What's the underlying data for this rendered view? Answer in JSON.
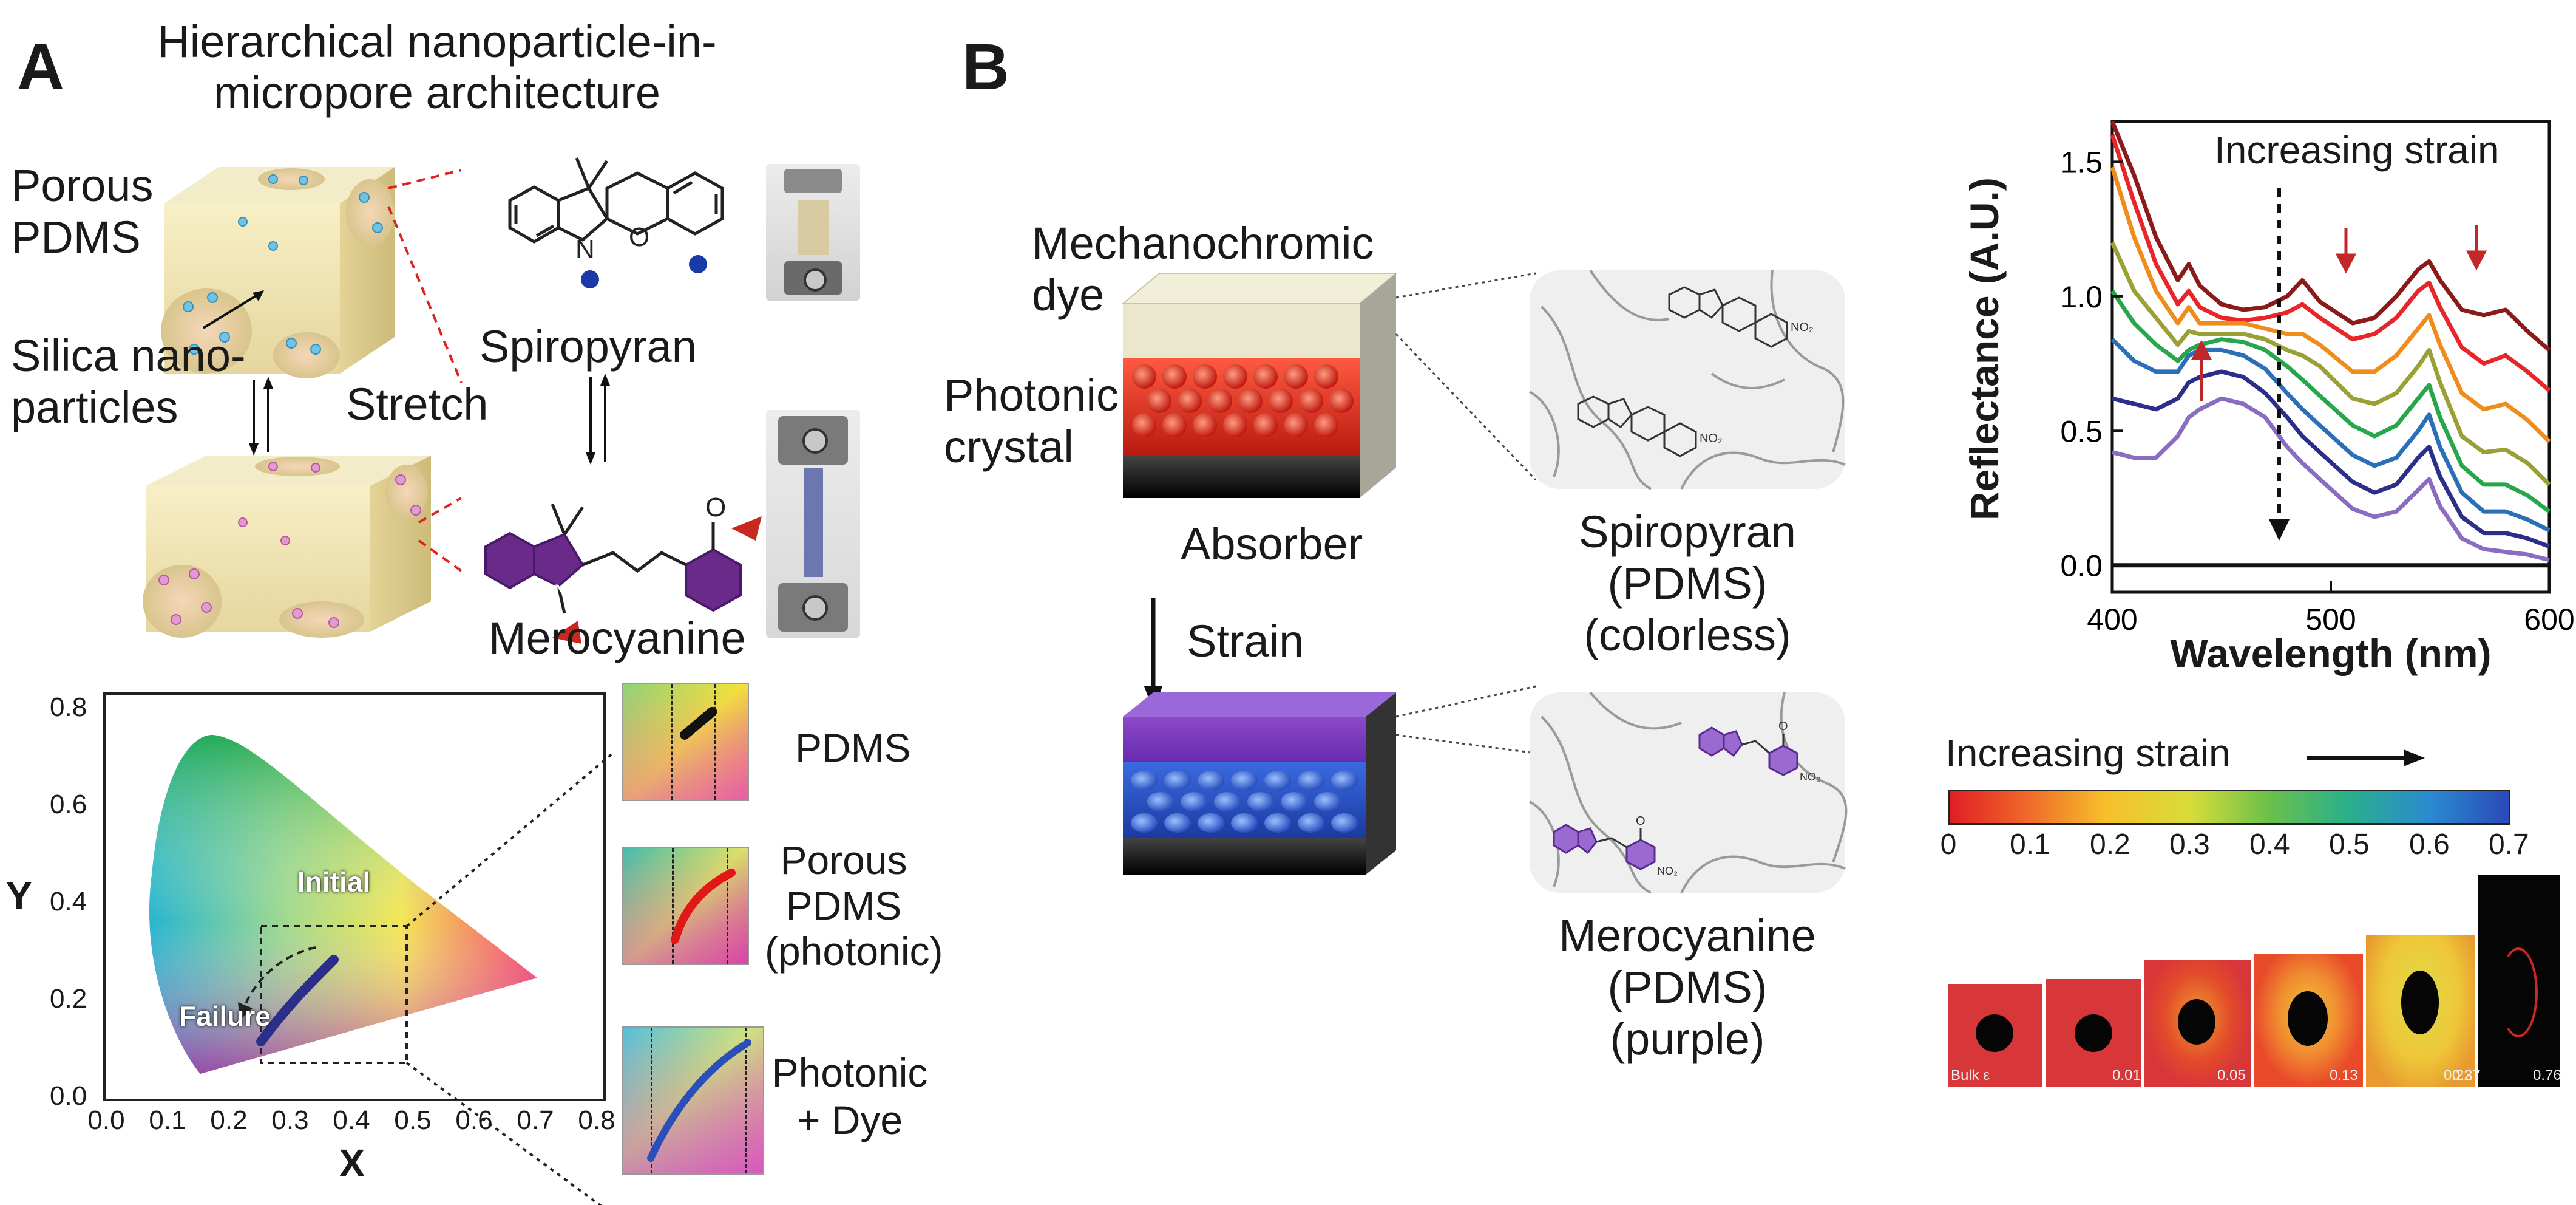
{
  "panel_a": {
    "letter": "A",
    "title_line1": "Hierarchical nanoparticle-in-",
    "title_line2": "micropore architecture",
    "porous_line1": "Porous",
    "porous_line2": "PDMS",
    "silica_line1": "Silica nano-",
    "silica_line2": "particles",
    "stretch": "Stretch",
    "spiropyran": "Spiropyran",
    "merocyanine": "Merocyanine",
    "cie": {
      "ylabel": "Y",
      "xlabel": "X",
      "initial": "Initial",
      "failure": "Failure",
      "xticks": [
        "0.0",
        "0.1",
        "0.2",
        "0.3",
        "0.4",
        "0.5",
        "0.6",
        "0.7",
        "0.8"
      ],
      "yticks": [
        "0.0",
        "0.2",
        "0.4",
        "0.6",
        "0.8"
      ]
    },
    "insets": [
      {
        "label_lines": [
          "PDMS"
        ]
      },
      {
        "label_lines": [
          "Porous",
          "PDMS",
          "(photonic)"
        ]
      },
      {
        "label_lines": [
          "Photonic",
          "+ Dye"
        ]
      }
    ]
  },
  "panel_b": {
    "letter": "B",
    "mechano_line1": "Mechanochromic",
    "mechano_line2": "dye",
    "photonic_line1": "Photonic",
    "photonic_line2": "crystal",
    "absorber": "Absorber",
    "strain": "Strain",
    "sp_line1": "Spiropyran",
    "sp_line2": "(PDMS)",
    "sp_line3": "(colorless)",
    "mc_line1": "Merocyanine",
    "mc_line2": "(PDMS)",
    "mc_line3": "(purple)",
    "colorbar_title": "Increasing strain",
    "colorbar_ticks": [
      "0",
      "0.1",
      "0.2",
      "0.3",
      "0.4",
      "0.5",
      "0.6",
      "0.7"
    ],
    "strain_images": [
      "Bulk ε",
      "0.01",
      "0.05",
      "0.13",
      "0.22",
      "0.37",
      "0.76"
    ]
  },
  "chart_data": {
    "type": "line",
    "annotation": "Increasing strain",
    "xlabel": "Wavelength (nm)",
    "ylabel": "Reflectance (A.U.)",
    "xlim": [
      400,
      600
    ],
    "ylim": [
      -0.1,
      1.65
    ],
    "xticks": [
      "400",
      "500",
      "600"
    ],
    "yticks": [
      "0.0",
      "0.5",
      "1.0",
      "1.5"
    ],
    "x": [
      400,
      410,
      420,
      430,
      435,
      440,
      450,
      460,
      470,
      480,
      487,
      495,
      510,
      520,
      530,
      540,
      545,
      550,
      560,
      570,
      580,
      590,
      600
    ],
    "series": [
      {
        "color": "#8b1a1a",
        "values": [
          1.65,
          1.45,
          1.22,
          1.06,
          1.12,
          1.04,
          0.97,
          0.95,
          0.96,
          1.0,
          1.06,
          0.98,
          0.9,
          0.92,
          1.0,
          1.1,
          1.13,
          1.06,
          0.95,
          0.93,
          0.95,
          0.87,
          0.8
        ]
      },
      {
        "color": "#e8262a",
        "values": [
          1.6,
          1.35,
          1.12,
          0.97,
          1.02,
          0.96,
          0.92,
          0.91,
          0.92,
          0.94,
          0.97,
          0.92,
          0.84,
          0.86,
          0.92,
          1.02,
          1.05,
          0.96,
          0.81,
          0.75,
          0.78,
          0.72,
          0.65
        ]
      },
      {
        "color": "#f08c1c",
        "values": [
          1.48,
          1.22,
          1.02,
          0.9,
          0.96,
          0.9,
          0.9,
          0.9,
          0.88,
          0.86,
          0.86,
          0.82,
          0.72,
          0.72,
          0.78,
          0.88,
          0.93,
          0.82,
          0.64,
          0.58,
          0.6,
          0.54,
          0.46
        ]
      },
      {
        "color": "#9aa035",
        "values": [
          1.2,
          1.02,
          0.92,
          0.82,
          0.87,
          0.86,
          0.86,
          0.86,
          0.84,
          0.8,
          0.78,
          0.74,
          0.62,
          0.6,
          0.64,
          0.74,
          0.8,
          0.68,
          0.48,
          0.42,
          0.43,
          0.38,
          0.3
        ]
      },
      {
        "color": "#27a64b",
        "values": [
          1.02,
          0.9,
          0.82,
          0.76,
          0.8,
          0.82,
          0.84,
          0.83,
          0.8,
          0.74,
          0.69,
          0.63,
          0.52,
          0.48,
          0.52,
          0.62,
          0.67,
          0.55,
          0.37,
          0.3,
          0.3,
          0.26,
          0.2
        ]
      },
      {
        "color": "#2a6fb8",
        "values": [
          0.84,
          0.76,
          0.72,
          0.72,
          0.78,
          0.8,
          0.8,
          0.78,
          0.73,
          0.64,
          0.58,
          0.52,
          0.41,
          0.37,
          0.4,
          0.5,
          0.56,
          0.44,
          0.27,
          0.2,
          0.2,
          0.17,
          0.13
        ]
      },
      {
        "color": "#2b2f8a",
        "values": [
          0.62,
          0.6,
          0.58,
          0.62,
          0.68,
          0.7,
          0.72,
          0.7,
          0.64,
          0.55,
          0.48,
          0.42,
          0.31,
          0.27,
          0.3,
          0.4,
          0.44,
          0.33,
          0.18,
          0.12,
          0.12,
          0.1,
          0.07
        ]
      },
      {
        "color": "#8a6cc0",
        "values": [
          0.42,
          0.4,
          0.4,
          0.48,
          0.55,
          0.58,
          0.62,
          0.6,
          0.55,
          0.44,
          0.38,
          0.32,
          0.21,
          0.18,
          0.2,
          0.28,
          0.32,
          0.22,
          0.1,
          0.06,
          0.05,
          0.04,
          0.02
        ]
      },
      {
        "color": "#111111",
        "values": [
          0,
          0,
          0,
          0,
          0,
          0,
          0,
          0,
          0,
          0,
          0,
          0,
          0,
          0,
          0,
          0,
          0,
          0,
          0,
          0,
          0,
          0,
          0
        ]
      }
    ]
  }
}
